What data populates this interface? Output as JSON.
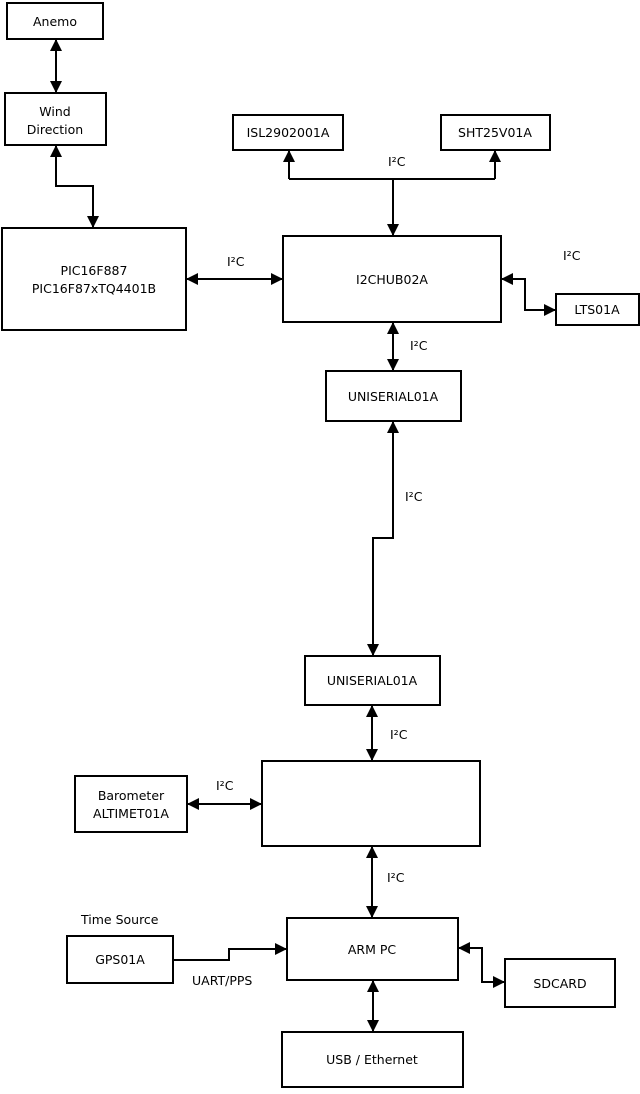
{
  "diagram": {
    "colors": {
      "background": "#ffffff",
      "stroke": "#000000",
      "text": "#000000"
    },
    "nodes": {
      "anemo": {
        "label": "Anemo"
      },
      "wind_direction": {
        "line1": "Wind",
        "line2": "Direction"
      },
      "pic_controller": {
        "line1": "PIC16F887",
        "line2": "PIC16F87xTQ4401B"
      },
      "isl_sensor": {
        "label": "ISL2902001A"
      },
      "sht_sensor": {
        "label": "SHT25V01A"
      },
      "i2c_hub_1": {
        "label": "I2CHUB02A"
      },
      "lts_sensor": {
        "label": "LTS01A"
      },
      "uniserial_1": {
        "label": "UNISERIAL01A"
      },
      "uniserial_2": {
        "label": "UNISERIAL01A"
      },
      "barometer": {
        "line1": "Barometer",
        "line2": "ALTIMET01A"
      },
      "gps": {
        "label": "GPS01A"
      },
      "arm_pc": {
        "label": "ARM PC"
      },
      "sdcard": {
        "label": "SDCARD"
      },
      "usb_ethernet": {
        "label": "USB / Ethernet"
      }
    },
    "edge_labels": {
      "bus_top": "I²C",
      "bus_pic_hub1": "I²C",
      "bus_hub1_lts": "I²C",
      "bus_hub1_uniserial1": "I²C",
      "bus_uniserial_link": "I²C",
      "bus_uniserial2_hub2": "I²C",
      "bus_barometer_hub2": "I²C",
      "bus_hub2_armpc": "I²C",
      "gps_link": "UART/PPS"
    },
    "annotations": {
      "time_source": "Time Source"
    }
  }
}
